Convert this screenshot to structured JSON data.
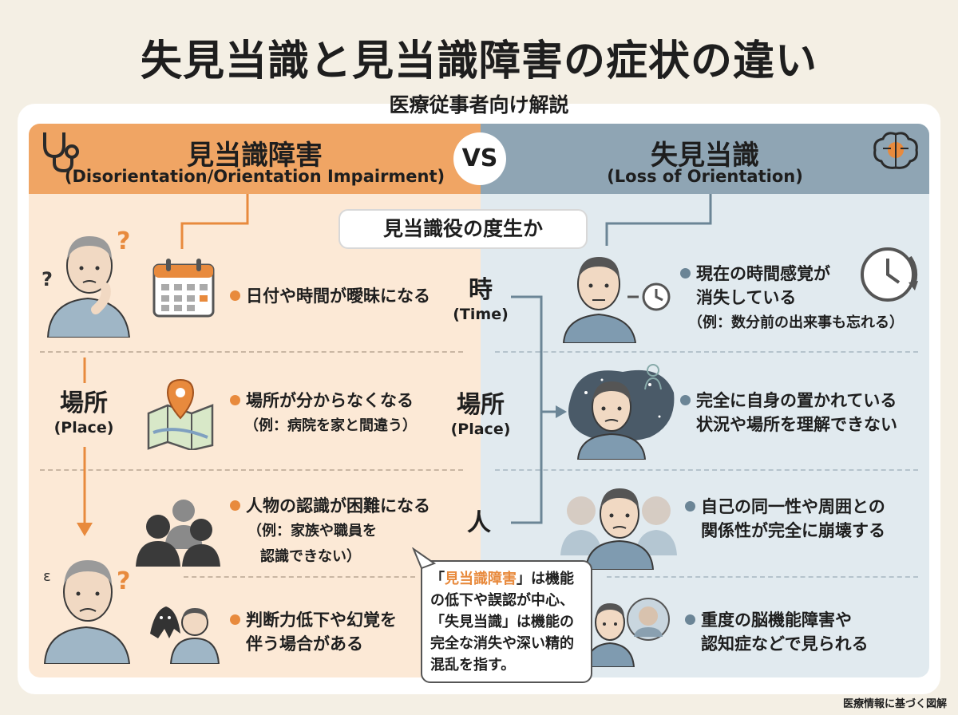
{
  "title": "失見当識と見当識障害の症状の違い",
  "subtitle": "医療従事者向け解説",
  "vs_label": "VS",
  "concept_label": "見当識役の度生か",
  "left": {
    "title": "見当識障害",
    "subtitle": "(Disorientation/Orientation Impairment)",
    "items": [
      {
        "text": "日付や時間が曖昧になる",
        "example": ""
      },
      {
        "text": "場所が分からなくなる",
        "example": "（例：病院を家と間違う）"
      },
      {
        "text": "人物の認識が困難になる",
        "example_line1": "（例：家族や職員を",
        "example_line2": "認識できない）"
      },
      {
        "text_line1": "判断力低下や幻覚を",
        "text_line2": "伴う場合がある"
      }
    ],
    "side_label": {
      "jp": "場所",
      "en": "(Place)"
    }
  },
  "center": {
    "time": {
      "jp": "時",
      "en": "(Time)"
    },
    "place": {
      "jp": "場所",
      "en": "(Place)"
    },
    "person": {
      "jp": "人"
    }
  },
  "right": {
    "title": "失見当識",
    "subtitle": "(Loss of Orientation)",
    "items": [
      {
        "text_line1": "現在の時間感覚が",
        "text_line2": "消失している",
        "example": "（例：数分前の出来事も忘れる）"
      },
      {
        "text_line1": "完全に自身の置かれている",
        "text_line2": "状況や場所を理解できない"
      },
      {
        "text_line1": "自己の同一性や周囲との",
        "text_line2": "関係性が完全に崩壊する"
      },
      {
        "text_line1": "重度の脳機能障害や",
        "text_line2": "認知症などで見られる"
      }
    ]
  },
  "bubble": {
    "open_quote_1": "「",
    "term_1": "見当識障害",
    "rest_1": "」は機能の低下や誤認が中心、",
    "open_quote_2": "「",
    "term_2": "失見当識",
    "rest_2": "」は機能の完全な消失や深い精的混乱を指す。"
  },
  "footer": "医療情報に基づく図解",
  "colors": {
    "accent_orange": "#f0a564",
    "accent_blue": "#8fa5b4",
    "panel_orange": "#fce9d6",
    "panel_blue": "#e1eaef"
  }
}
